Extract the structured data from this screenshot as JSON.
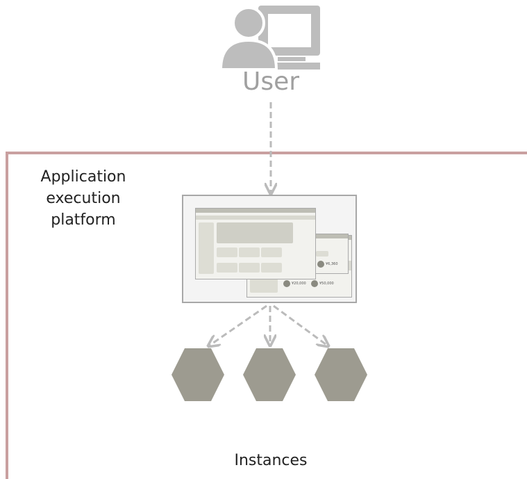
{
  "nodes": {
    "user": {
      "label": "User",
      "icon": "user-computer-icon"
    },
    "platform": {
      "label_lines": [
        "Application",
        "execution",
        "platform"
      ]
    },
    "instances": {
      "label": "Instances",
      "count": 3,
      "icon": "hexagon-icon"
    }
  },
  "colors": {
    "boundary": "#c9a0a0",
    "arrow": "#bbbbbb",
    "hexagon": "#9d9b90",
    "user_icon": "#bdbdbd",
    "label_user": "#a0a0a0",
    "label_dark": "#222222"
  },
  "screenshot": {
    "amounts": [
      "¥20,000",
      "¥50,000",
      "¥6,360"
    ]
  }
}
